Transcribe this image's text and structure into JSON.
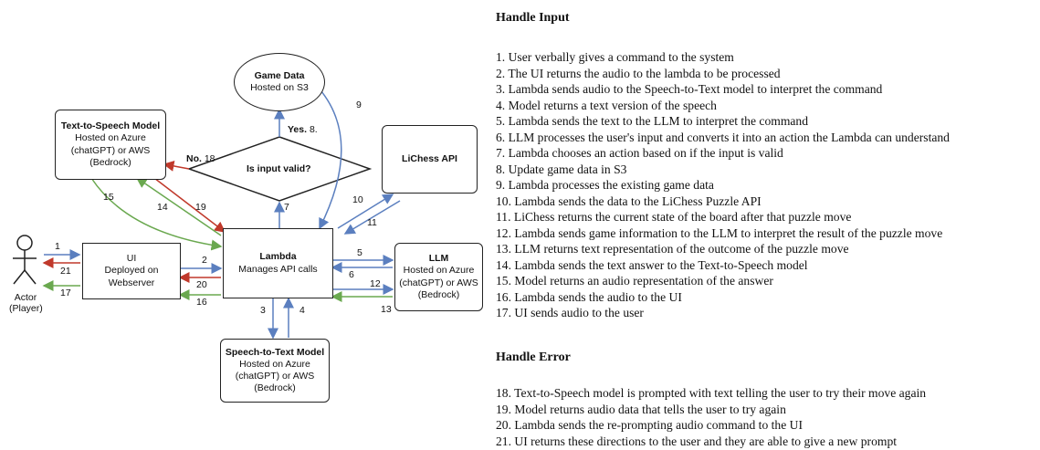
{
  "diagram": {
    "game_data": {
      "title": "Game Data",
      "sub": "Hosted on S3"
    },
    "tts": {
      "title": "Text-to-Speech Model",
      "sub": "Hosted on Azure (chatGPT) or AWS (Bedrock)"
    },
    "decision": {
      "label": "Is input valid?"
    },
    "lichess": {
      "title": "LiChess API"
    },
    "ui": {
      "title": "UI",
      "sub": "Deployed on Webserver"
    },
    "lambda": {
      "title": "Lambda",
      "sub": "Manages API calls"
    },
    "llm": {
      "title": "LLM",
      "sub": "Hosted on Azure (chatGPT) or AWS (Bedrock)"
    },
    "stt": {
      "title": "Speech-to-Text Model",
      "sub": "Hosted on Azure (chatGPT) or AWS (Bedrock)"
    },
    "actor": {
      "label1": "Actor",
      "label2": "(Player)"
    },
    "yes_label": "Yes.",
    "no_label": "No.",
    "edge_labels": {
      "e1": "1",
      "e2": "2",
      "e3": "3",
      "e4": "4",
      "e5": "5",
      "e6": "6",
      "e7": "7",
      "e8": "8.",
      "e9": "9",
      "e10": "10",
      "e11": "11",
      "e12": "12",
      "e13": "13",
      "e14": "14",
      "e15": "15",
      "e16": "16",
      "e17": "17",
      "e18": "18",
      "e19": "19",
      "e20": "20",
      "e21": "21"
    }
  },
  "steps": {
    "input_heading": "Handle Input",
    "input_items": [
      "1. User verbally gives a command to the system",
      "2. The UI returns the audio to the lambda to be processed",
      "3. Lambda sends audio to the Speech-to-Text model to interpret the command",
      "4. Model returns a text version of the speech",
      "5. Lambda sends the text to the LLM to interpret the command",
      "6. LLM processes the user's input and converts it into an action the Lambda can understand",
      "7. Lambda chooses an action based on if the input is valid",
      "8. Update game data in S3",
      "9. Lambda processes the existing game data",
      "10. Lambda sends the data to the LiChess Puzzle API",
      "11. LiChess returns the current state of the board after that puzzle move",
      "12. Lambda sends game information to the LLM to interpret the result of the puzzle move",
      "13. LLM returns text representation of the outcome of the puzzle move",
      "14. Lambda sends the text answer to the Text-to-Speech model",
      "15. Model returns an audio representation of the answer",
      "16. Lambda sends the audio to the UI",
      "17. UI sends audio to the user"
    ],
    "error_heading": "Handle Error",
    "error_items": [
      "18. Text-to-Speech model is prompted with text telling the user to try their move again",
      "19. Model returns audio data that tells the user to try again",
      "20. Lambda sends the re-prompting audio command to the UI",
      "21. UI returns these directions to the user and they are able to give a new prompt"
    ]
  },
  "colors": {
    "blue": "#5b7fbf",
    "red": "#c0392b",
    "green": "#6aa84f"
  }
}
